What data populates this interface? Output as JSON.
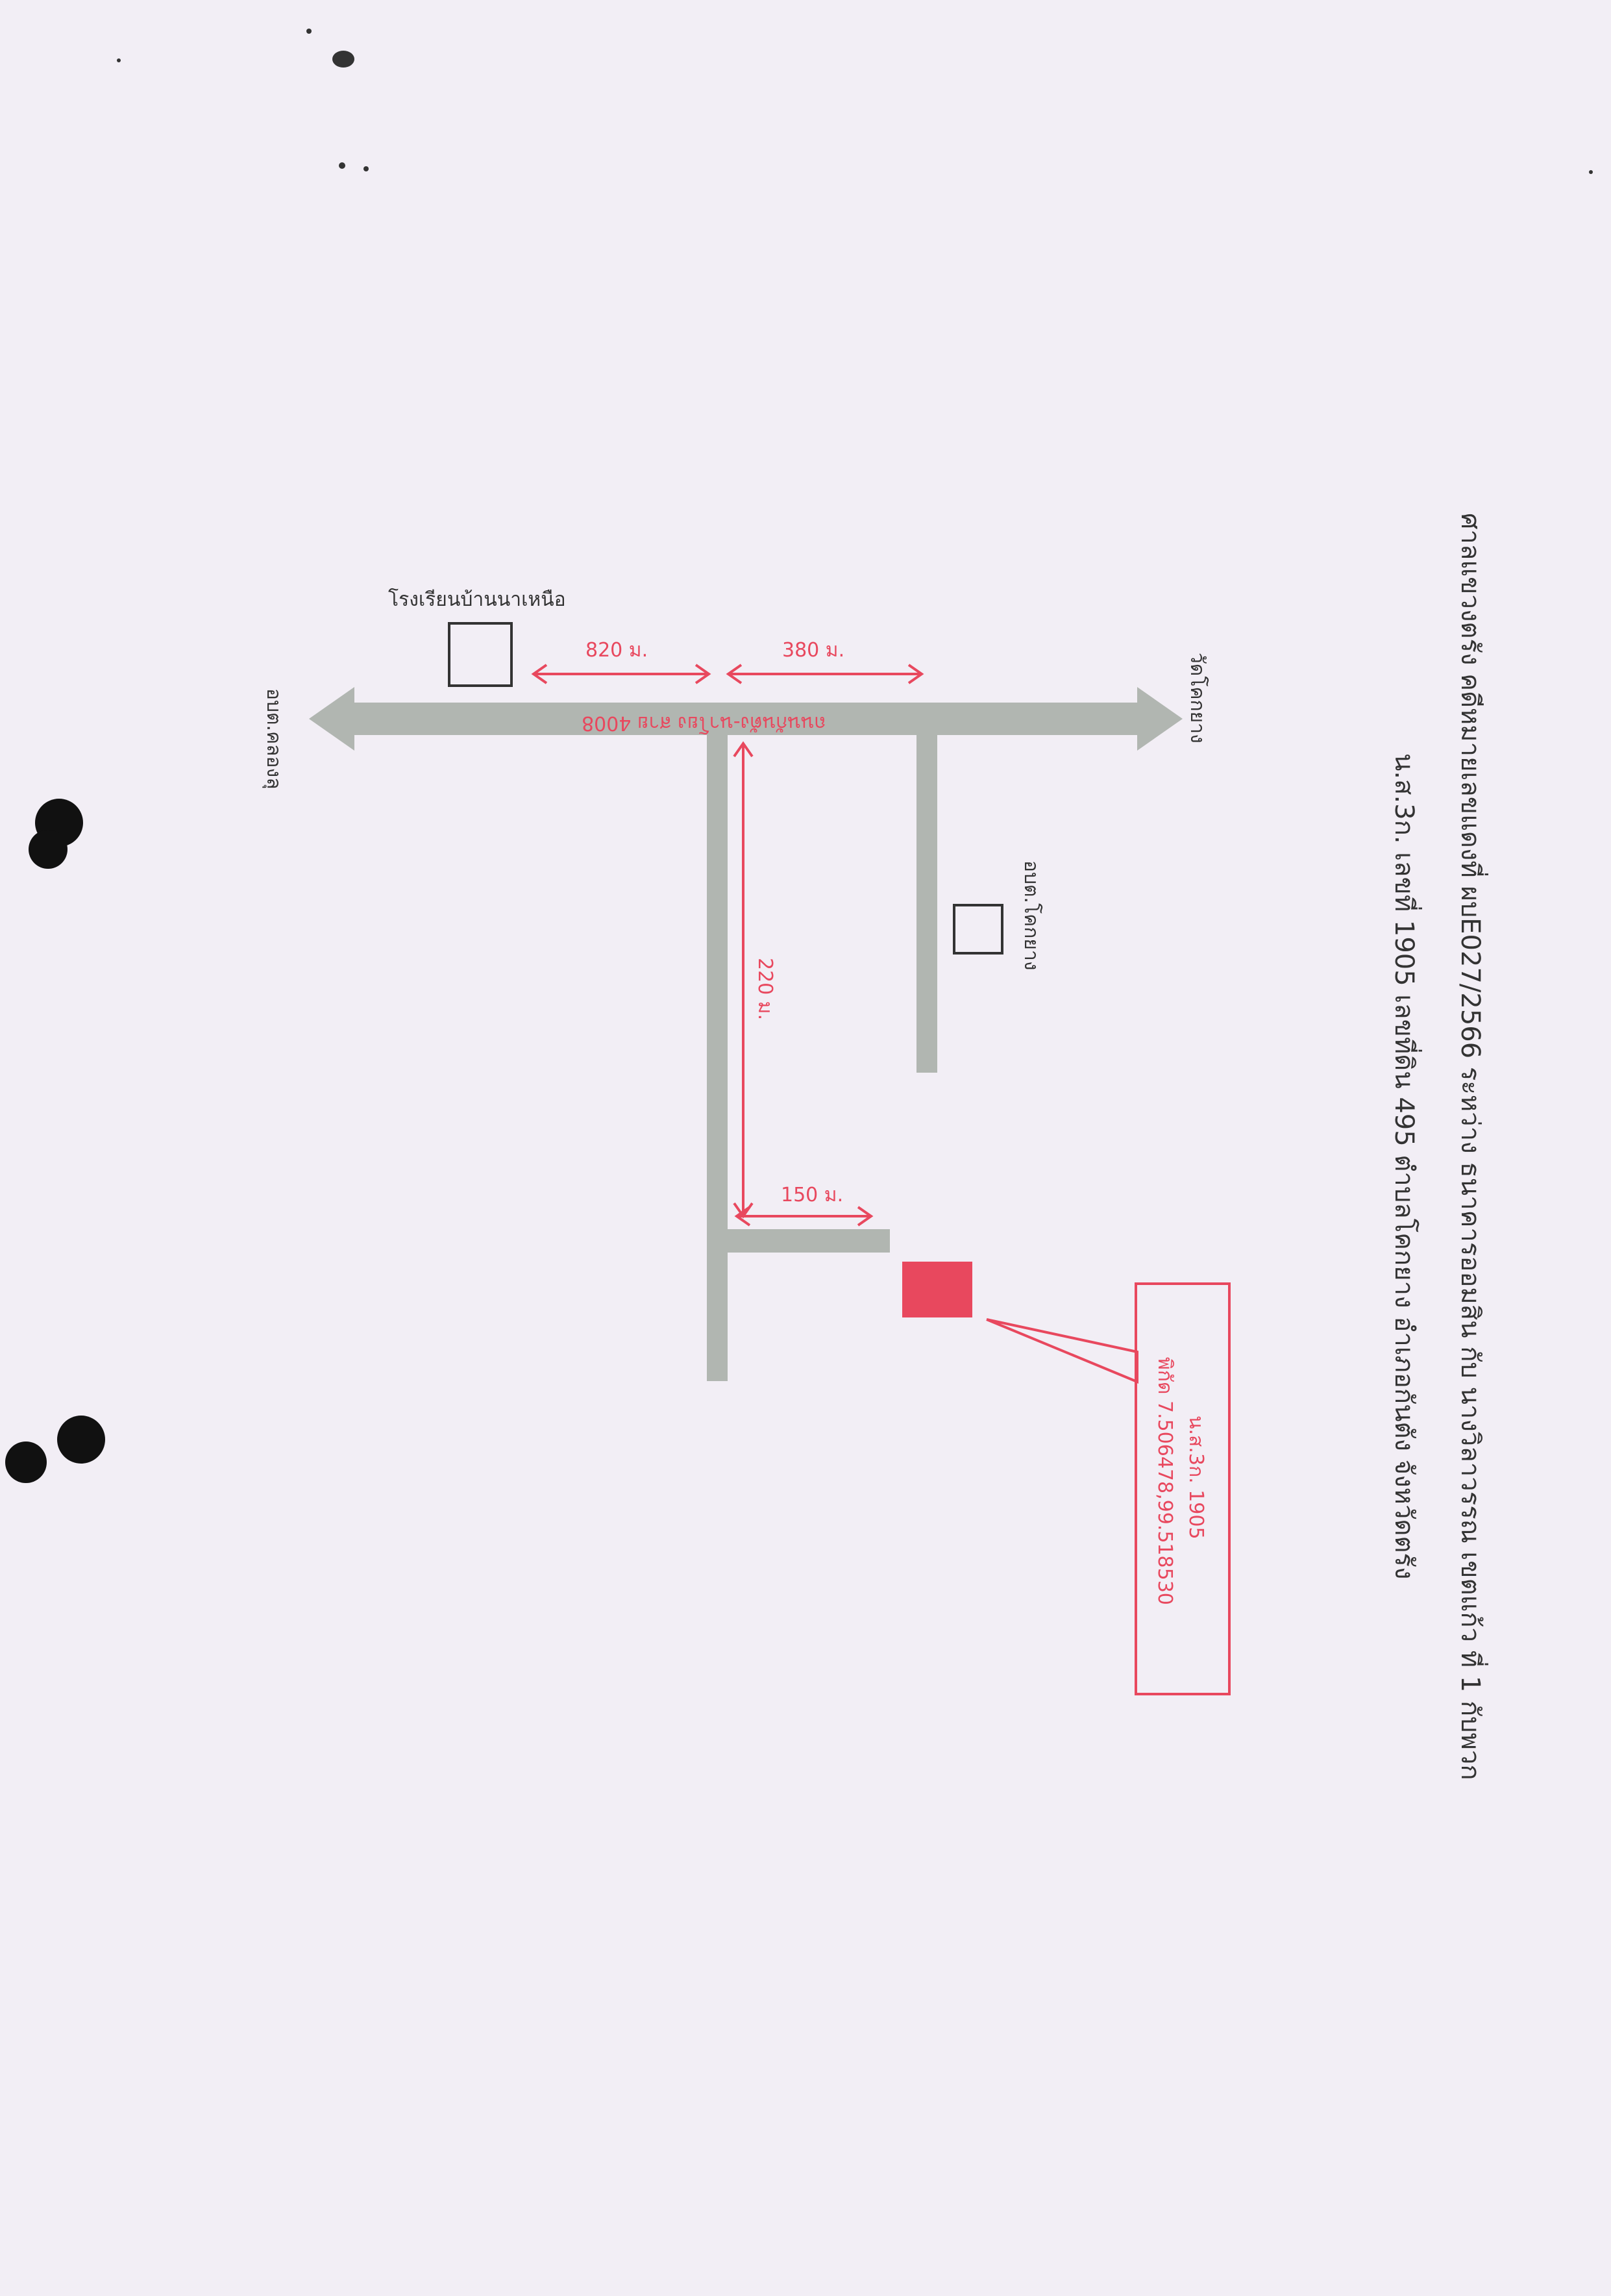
{
  "header": {
    "line1": "ศาลแขวงตรัง คดีหมายเลขแดงที่ ผบE027/2566 ระหว่าง ธนาคารออมสิน กับ นางวิลาวรรณ เขตแก้ว ที่ 1 กับพวก",
    "line2": "น.ส.3ก. เลขที่ 1905 เลขที่ดิน 495 ตำบลโคกยาง อำเภอกันตัง จังหวัดตรัง"
  },
  "map": {
    "main_road_label": "ถนนกันตัง-นาโยง สาย 4008",
    "west_end_label": "อบต.คลองลุ",
    "east_end_label": "วัดโคกยาง",
    "school_label": "โรงเรียนบ้านนาเหนือ",
    "tambon_office_label": "อบต.โคกยาง",
    "distances": {
      "d820": "820 ม.",
      "d380": "380 ม.",
      "d220": "220 ม.",
      "d150": "150 ม."
    },
    "callout": {
      "title": "น.ส.3ก. 1905",
      "coordinates": "พิกัด 7.506478,99.518530"
    }
  },
  "colors": {
    "road": "#b1b6b1",
    "accent": "#e8485e",
    "ink": "#333333",
    "paper": "#f2eef5"
  }
}
